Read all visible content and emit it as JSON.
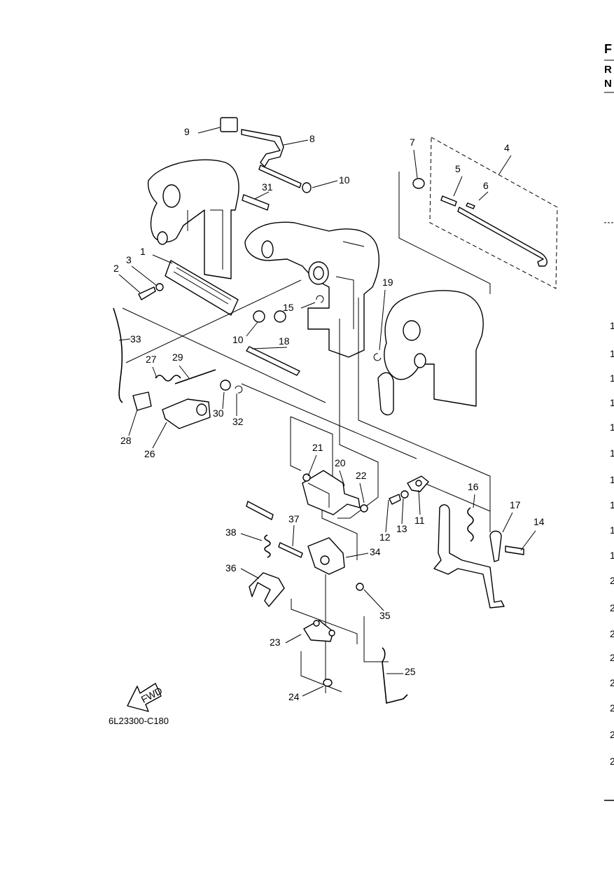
{
  "diagram": {
    "code": "6L23300-C180",
    "fwd_label": "FWD",
    "callouts": [
      "1",
      "2",
      "3",
      "4",
      "5",
      "6",
      "7",
      "8",
      "9",
      "10",
      "10",
      "11",
      "12",
      "13",
      "14",
      "15",
      "16",
      "17",
      "18",
      "19",
      "20",
      "21",
      "22",
      "23",
      "24",
      "25",
      "26",
      "27",
      "28",
      "29",
      "30",
      "31",
      "32",
      "33",
      "34",
      "35",
      "36",
      "37",
      "38"
    ]
  },
  "right_edge": {
    "header_letters": [
      "F",
      "R",
      "N"
    ],
    "digits": [
      "1",
      "1",
      "1",
      "1",
      "1",
      "1",
      "1",
      "1",
      "1",
      "1",
      "2",
      "2",
      "2",
      "2",
      "2",
      "2",
      "2",
      "2"
    ]
  }
}
